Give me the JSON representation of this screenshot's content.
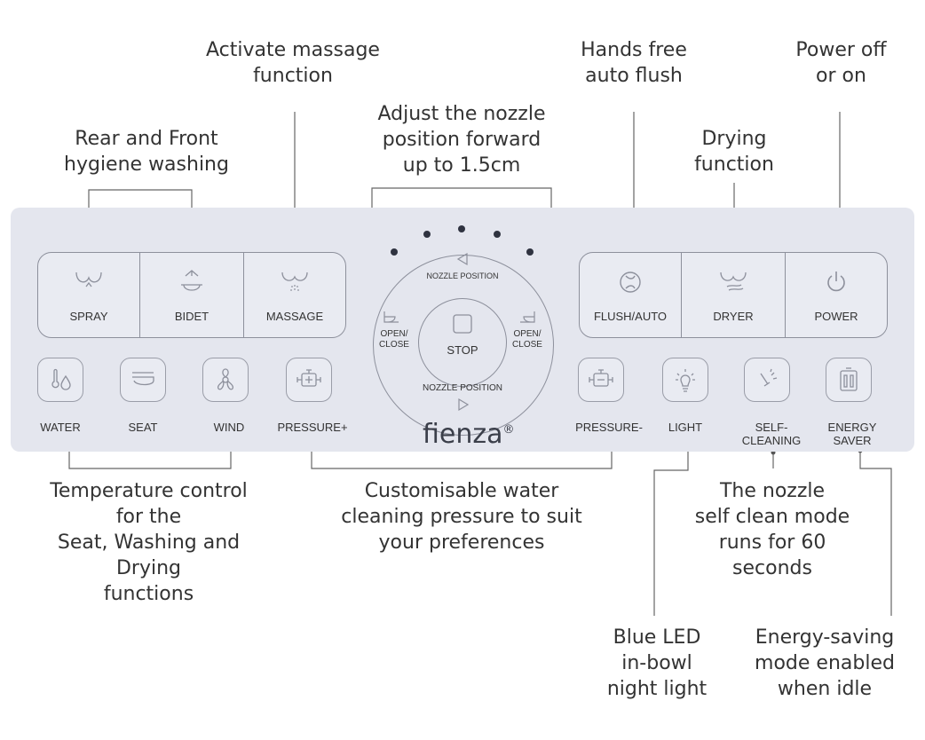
{
  "annotations": {
    "massage": "Activate massage\nfunction",
    "hygiene": "Rear and Front\nhygiene washing",
    "nozzle": "Adjust the nozzle\nposition forward\nup to 1.5cm",
    "flush": "Hands free\nauto flush",
    "dryer": "Drying\nfunction",
    "power": "Power off\nor on",
    "temperature": "Temperature control\nfor the\nSeat, Washing and\nDrying\nfunctions",
    "pressure": "Customisable water\ncleaning pressure to suit\nyour preferences",
    "selfclean": "The nozzle\nself clean mode\nruns for 60\nseconds",
    "light": "Blue LED\nin-bowl\nnight light",
    "energy": "Energy-saving\nmode enabled\nwhen idle"
  },
  "buttons": {
    "spray": "SPRAY",
    "bidet": "BIDET",
    "massage": "MASSAGE",
    "flush": "FLUSH/AUTO",
    "dryer": "DRYER",
    "power": "POWER"
  },
  "small_buttons": {
    "water": "WATER",
    "seat": "SEAT",
    "wind": "WIND",
    "pressure_plus": "PRESSURE+",
    "pressure_minus": "PRESSURE-",
    "light": "LIGHT",
    "self_cleaning": "SELF-\nCLEANING",
    "energy_saver": "ENERGY\nSAVER"
  },
  "dial": {
    "top": "NOZZLE POSITION",
    "bottom": "NOZZLE POSITION",
    "left": "OPEN/\nCLOSE",
    "right": "OPEN/\nCLOSE",
    "center": "STOP"
  },
  "brand": {
    "name": "fienza",
    "mark": "®"
  },
  "colors": {
    "panel": "#e4e6ee",
    "border": "#8d909c",
    "text": "#333333",
    "line": "#555555"
  }
}
